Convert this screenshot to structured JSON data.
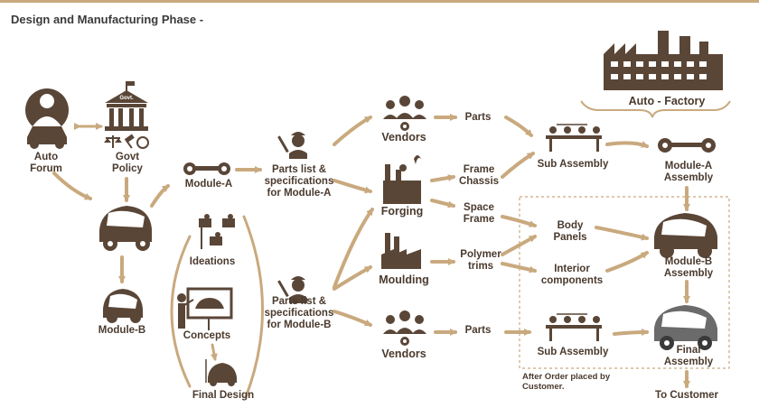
{
  "title": "Design and Manufacturing Phase -",
  "colors": {
    "arrow": "#c9a97e",
    "icon": "#5a4637",
    "text": "#4a3a2e",
    "dashed": "#c9a97e"
  },
  "labels": {
    "auto_forum": "Auto\nForum",
    "govt_policy": "Govt\nPolicy",
    "govt_building": "Govt.",
    "module_a": "Module-A",
    "module_b": "Module-B",
    "ideations": "Ideations",
    "concepts": "Concepts",
    "final_design": "Final Design",
    "parts_list_a": "Parts list &\nspecifications\nfor Module-A",
    "parts_list_b": "Parts list &\nspecifications\nfor Module-B",
    "vendors_top": "Vendors",
    "vendors_bottom": "Vendors",
    "forging": "Forging",
    "moulding": "Moulding",
    "parts_top": "Parts",
    "parts_bottom": "Parts",
    "frame_chassis": "Frame\nChassis",
    "space_frame": "Space\nFrame",
    "polymer_trims": "Polymer\ntrims",
    "body_panels": "Body\nPanels",
    "interior_components": "Interior\ncomponents",
    "sub_assembly_top": "Sub Assembly",
    "sub_assembly_bottom": "Sub Assembly",
    "auto_factory": "Auto - Factory",
    "module_a_assembly": "Module-A\nAssembly",
    "module_b_assembly": "Module-B\nAssembly",
    "final_assembly": "Final\nAssembly",
    "to_customer": "To Customer",
    "after_order": "After Order placed by\nCustomer."
  },
  "icons": [
    "auto-forum-icon",
    "govt-building-icon",
    "scales-icon",
    "gavel-icon",
    "module-a-chassis-icon",
    "module-b-car-icon",
    "ideation-people-icon",
    "concept-presenter-icon",
    "final-design-car-icon",
    "engineer-icon",
    "vendors-group-icon",
    "forging-factory-icon",
    "moulding-factory-icon",
    "sub-assembly-workers-icon",
    "auto-factory-icon",
    "assembled-chassis-icon",
    "assembled-car-icon",
    "final-car-icon"
  ]
}
